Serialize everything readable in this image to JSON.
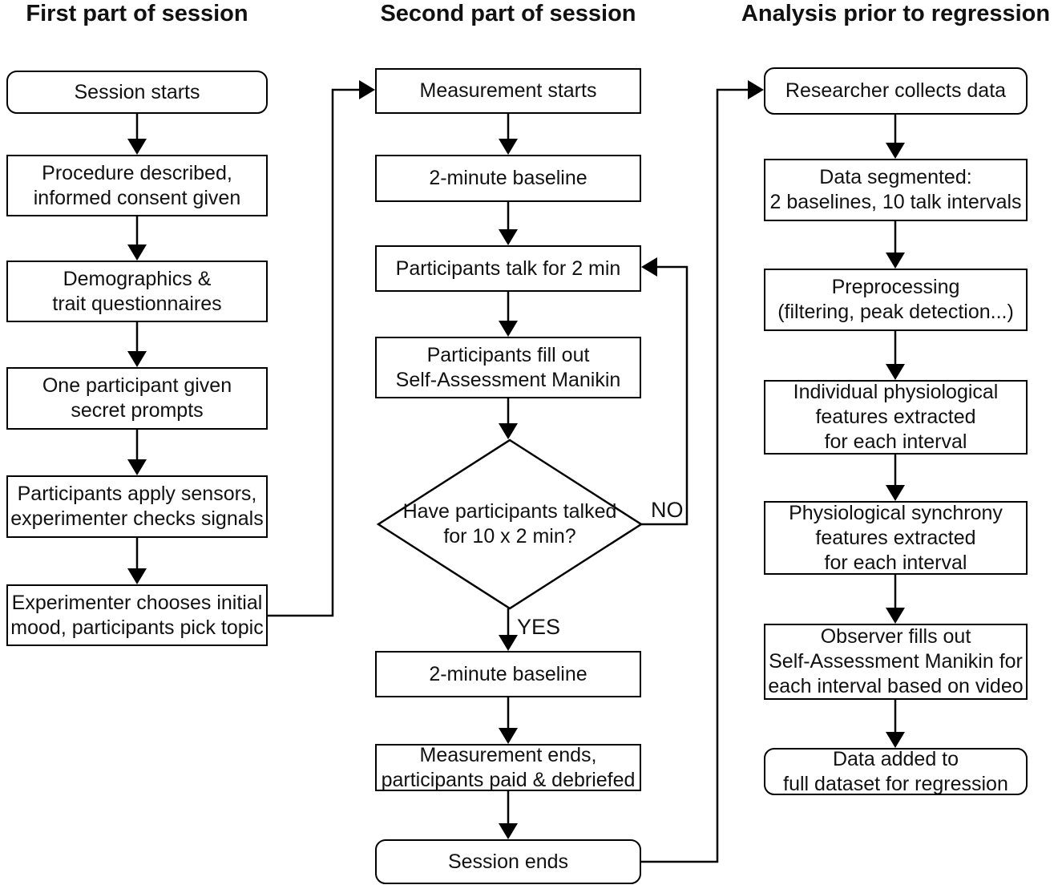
{
  "colors": {
    "background": "#ffffff",
    "stroke": "#000000",
    "text": "#000000"
  },
  "columns": [
    {
      "title": "First part of session",
      "boxes": [
        {
          "lines": [
            "Session starts"
          ]
        },
        {
          "lines": [
            "Procedure described,",
            "informed consent given"
          ]
        },
        {
          "lines": [
            "Demographics &",
            "trait questionnaires"
          ]
        },
        {
          "lines": [
            "One participant given",
            "secret prompts"
          ]
        },
        {
          "lines": [
            "Participants apply sensors,",
            "experimenter checks signals"
          ]
        },
        {
          "lines": [
            "Experimenter chooses initial",
            "mood, participants pick topic"
          ]
        }
      ]
    },
    {
      "title": "Second part of session",
      "boxes": [
        {
          "lines": [
            "Measurement starts"
          ]
        },
        {
          "lines": [
            "2-minute baseline"
          ]
        },
        {
          "lines": [
            "Participants talk for 2 min"
          ]
        },
        {
          "lines": [
            "Participants fill out",
            "Self-Assessment Manikin"
          ]
        },
        {
          "lines": [
            "2-minute baseline"
          ]
        },
        {
          "lines": [
            "Measurement ends,",
            "participants paid & debriefed"
          ]
        },
        {
          "lines": [
            "Session ends"
          ]
        }
      ],
      "decision": {
        "lines": [
          "Have participants talked",
          "for 10 x 2 min?"
        ],
        "yes_label": "YES",
        "no_label": "NO"
      }
    },
    {
      "title": "Analysis prior to regression",
      "boxes": [
        {
          "lines": [
            "Researcher collects data"
          ]
        },
        {
          "lines": [
            "Data segmented:",
            "2 baselines, 10 talk intervals"
          ]
        },
        {
          "lines": [
            "Preprocessing",
            "(filtering, peak detection...)"
          ]
        },
        {
          "lines": [
            "Individual physiological",
            "features extracted",
            "for each interval"
          ]
        },
        {
          "lines": [
            "Physiological synchrony",
            "features extracted",
            "for each interval"
          ]
        },
        {
          "lines": [
            "Observer fills out",
            "Self-Assessment Manikin for",
            "each interval based on video"
          ]
        },
        {
          "lines": [
            "Data added to",
            "full dataset for regression"
          ]
        }
      ]
    }
  ]
}
